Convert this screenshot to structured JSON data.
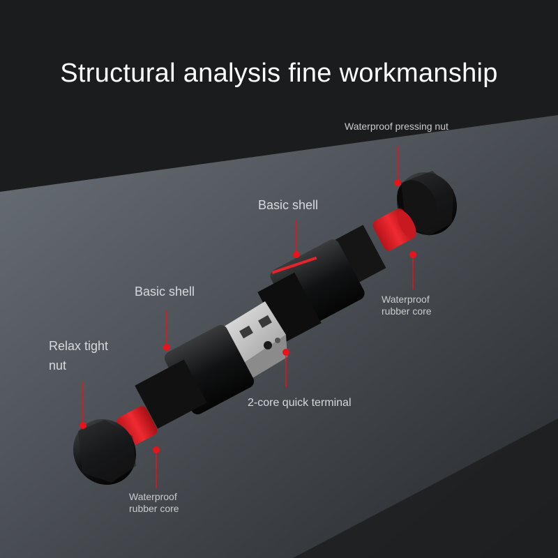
{
  "title": "Structural analysis fine workmanship",
  "callouts": {
    "waterproof_pressing_nut": "Waterproof pressing nut",
    "basic_shell_right": "Basic shell",
    "waterproof_rubber_core_right": "Waterproof rubber core",
    "basic_shell_left": "Basic shell",
    "relax_tight_nut": "Relax tight nut",
    "two_core_quick_terminal": "2-core quick terminal",
    "waterproof_rubber_core_left": "Waterproof rubber core"
  },
  "colors": {
    "accent": "#e8131b",
    "rubber": "#e4232b",
    "background": "#1a1b1d",
    "surface": "#5a5f66"
  }
}
